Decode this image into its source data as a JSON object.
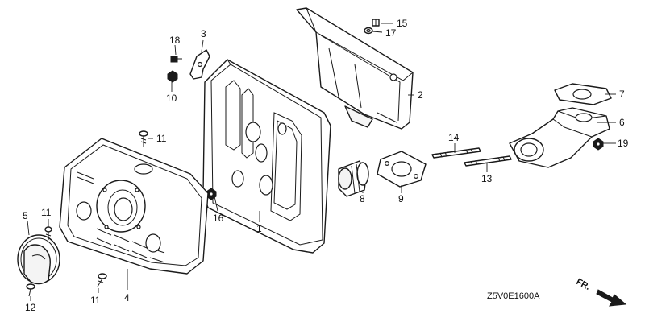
{
  "callouts": {
    "c1": "1",
    "c2": "2",
    "c3": "3",
    "c4": "4",
    "c5": "5",
    "c6": "6",
    "c7": "7",
    "c8": "8",
    "c9": "9",
    "c10": "10",
    "c11a": "11",
    "c11b": "11",
    "c11c": "11",
    "c12": "12",
    "c13": "13",
    "c14": "14",
    "c15": "15",
    "c16": "16",
    "c17": "17",
    "c18": "18",
    "c19": "19"
  },
  "diagram_code": "Z5V0E1600A",
  "direction_label": "FR."
}
